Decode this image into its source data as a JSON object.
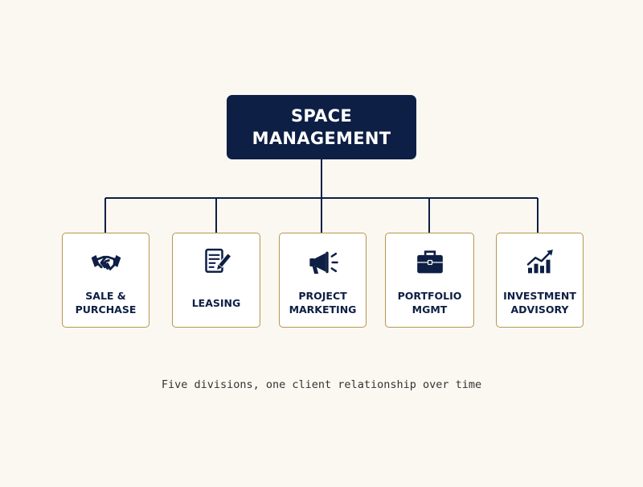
{
  "colors": {
    "background": "#fbf8f2",
    "navy": "#0d1f45",
    "gold_border": "#b89550",
    "card_background": "#ffffff"
  },
  "root": {
    "title": "SPACE\nMANAGEMENT"
  },
  "divisions": [
    {
      "label": "SALE &\nPURCHASE",
      "icon": "handshake-icon"
    },
    {
      "label": "LEASING",
      "icon": "document-pen-icon"
    },
    {
      "label": "PROJECT\nMARKETING",
      "icon": "megaphone-icon"
    },
    {
      "label": "PORTFOLIO\nMGMT",
      "icon": "briefcase-icon"
    },
    {
      "label": "INVESTMENT\nADVISORY",
      "icon": "growth-chart-icon"
    }
  ],
  "caption": "Five divisions, one client relationship over time"
}
